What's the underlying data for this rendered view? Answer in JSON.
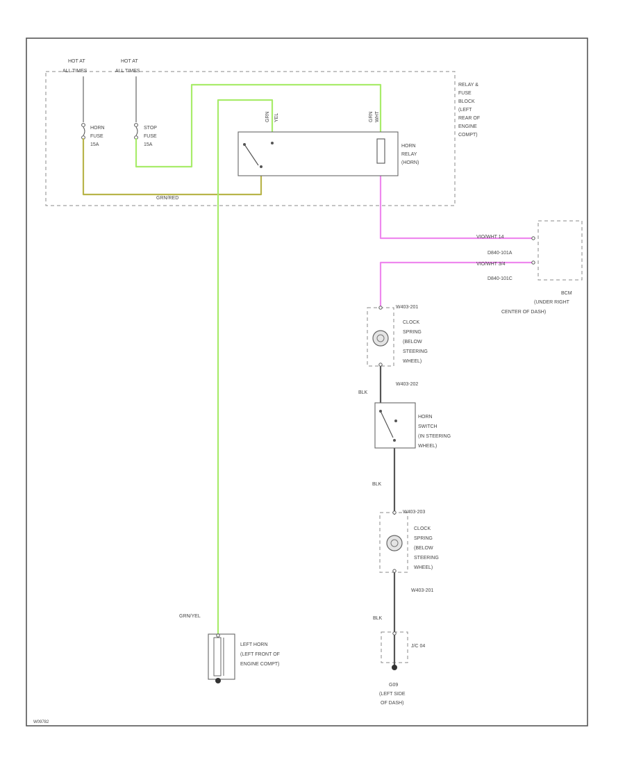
{
  "colors": {
    "green": "#a8ec6a",
    "pink": "#ee88ee",
    "olive": "#b8b44a",
    "black": "#555555",
    "frame": "#555555"
  },
  "labels": {
    "hot1_l1": "HOT AT",
    "hot1_l2": "ALL TIMES",
    "hot2_l1": "HOT AT",
    "hot2_l2": "ALL TIMES",
    "horn_fuse_l1": "HORN",
    "horn_fuse_l2": "FUSE",
    "horn_fuse_l3": "15A",
    "stop_fuse_l1": "STOP",
    "stop_fuse_l2": "FUSE",
    "stop_fuse_l3": "15A",
    "relay_box_l1": "RELAY &",
    "relay_box_l2": "FUSE",
    "relay_box_l3": "BLOCK",
    "relay_box_l4": "(LEFT",
    "relay_box_l5": "REAR OF",
    "relay_box_l6": "ENGINE",
    "relay_box_l7": "COMPT)",
    "relay_pin_a": "GRN",
    "relay_pin_b": "YEL",
    "relay_pin_c": "GRN",
    "relay_pin_d": "WHT",
    "horn_relay_l1": "HORN",
    "horn_relay_l2": "RELAY",
    "horn_relay_l3": "(HORN)",
    "wire_grn_red": "GRN/RED",
    "bcm_pin1_wire": "VIO/WHT  14",
    "bcm_pin1_conn": "D840-101A",
    "bcm_pin2_wire": "VIO/WHT  3/4",
    "bcm_pin2_conn": "D840-101C",
    "bcm_l1": "BCM",
    "bcm_l2": "(UNDER RIGHT",
    "bcm_l3": "CENTER OF DASH)",
    "cs1_conn_top": "W403-201",
    "cs1_l1": "CLOCK",
    "cs1_l2": "SPRING",
    "cs1_l3": "(BELOW",
    "cs1_l4": "STEERING",
    "cs1_l5": "WHEEL)",
    "wire_blk_1": "BLK",
    "conn_w403_202": "W403-202",
    "horn_sw_l1": "HORN",
    "horn_sw_l2": "SWITCH",
    "horn_sw_l3": "(IN STEERING",
    "horn_sw_l4": "WHEEL)",
    "wire_blk_2": "BLK",
    "cs2_conn_top": "W403-203",
    "cs2_l1": "CLOCK",
    "cs2_l2": "SPRING",
    "cs2_l3": "(BELOW",
    "cs2_l4": "STEERING",
    "cs2_l5": "WHEEL)",
    "conn_w403_201b": "W403-201",
    "wire_blk_3": "BLK",
    "gnd_conn": "J/C 04",
    "gnd_l1": "G09",
    "gnd_l2": "(LEFT SIDE",
    "gnd_l3": "OF DASH)",
    "wire_grn_yel": "GRN/YEL",
    "left_horn_l1": "LEFT HORN",
    "left_horn_l2": "(LEFT FRONT OF",
    "left_horn_l3": "ENGINE COMPT)",
    "figure_id": "W09782"
  }
}
